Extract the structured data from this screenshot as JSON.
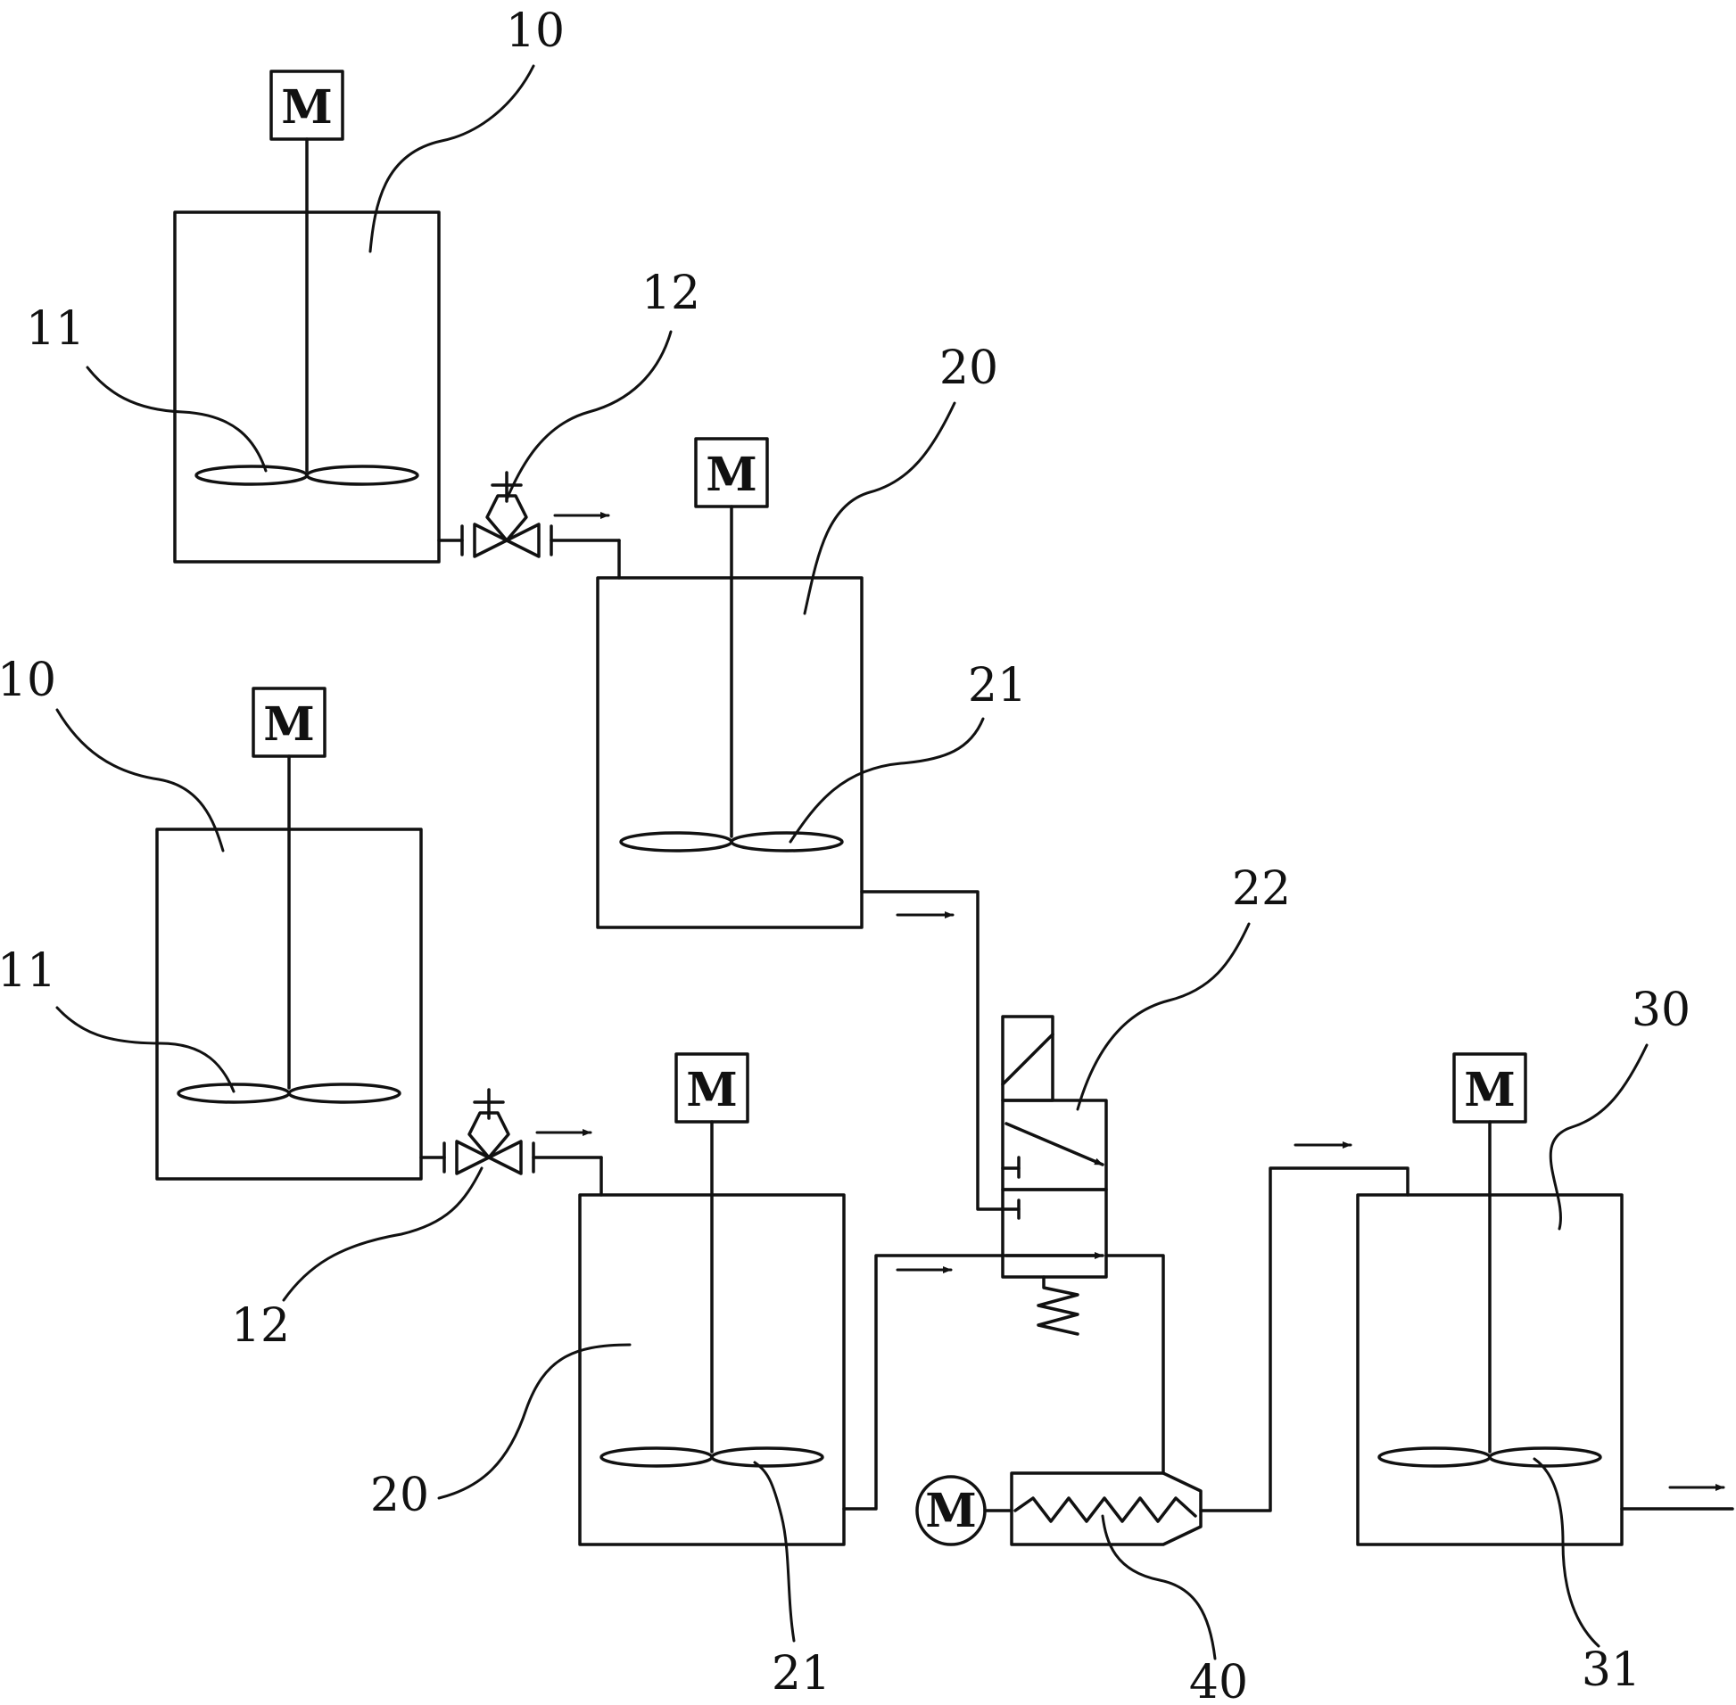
{
  "labels": {
    "tank_10_a": "10",
    "tank_10_b": "10",
    "impeller_11_a": "11",
    "impeller_11_b": "11",
    "valve_12_a": "12",
    "valve_12_b": "12",
    "tank_20_a": "20",
    "tank_20_b": "20",
    "impeller_21_a": "21",
    "impeller_21_b": "21",
    "valve_22": "22",
    "tank_30": "30",
    "impeller_31": "31",
    "screw_40": "40"
  },
  "motor_symbol": "M",
  "colors": {
    "line": "#111111",
    "background": "#ffffff"
  }
}
